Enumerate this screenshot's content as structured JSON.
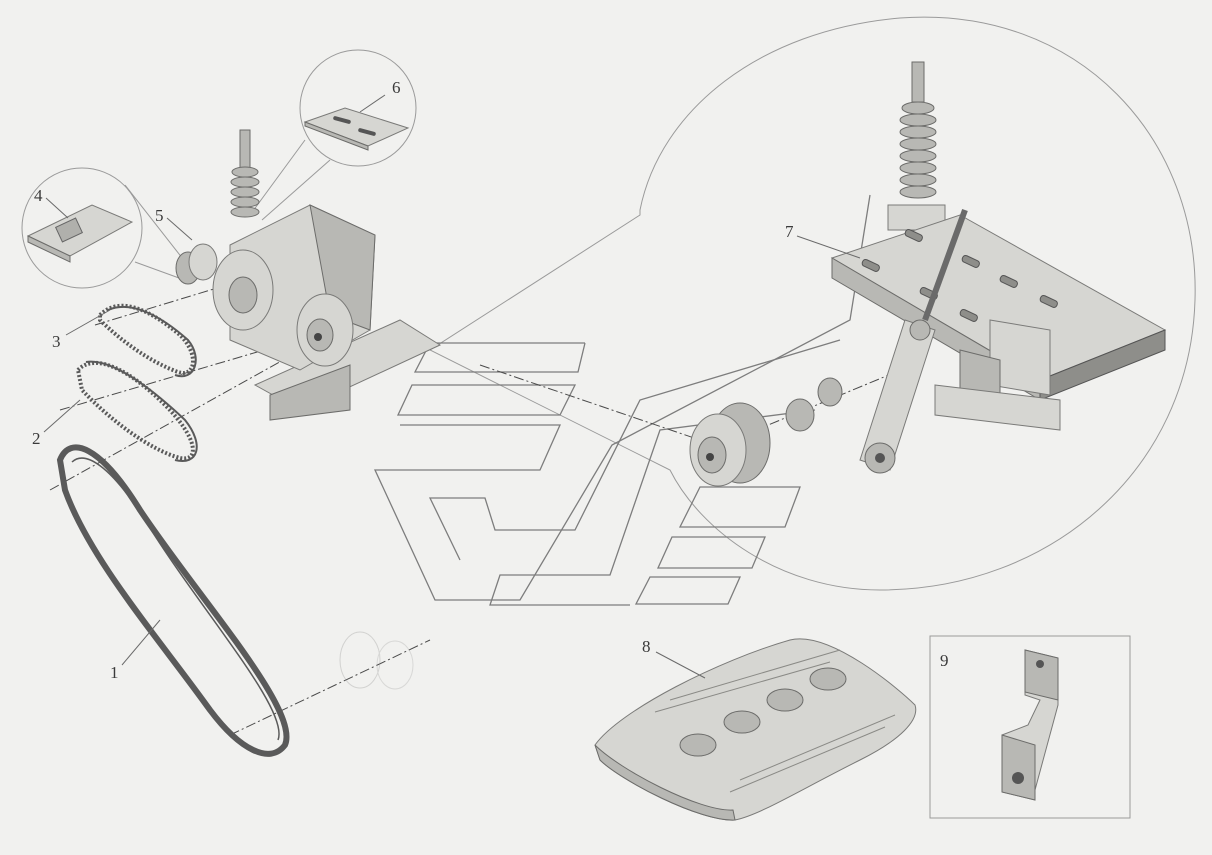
{
  "labels": {
    "n1": "1",
    "n2": "2",
    "n3": "3",
    "n4": "4",
    "n5": "5",
    "n6": "6",
    "n7": "7",
    "n8": "8",
    "n9": "9"
  },
  "colors": {
    "background": "#f1f1ef",
    "metal": "#d6d6d2",
    "outline": "#7a7a78",
    "watermark": "#7d7d7d"
  }
}
